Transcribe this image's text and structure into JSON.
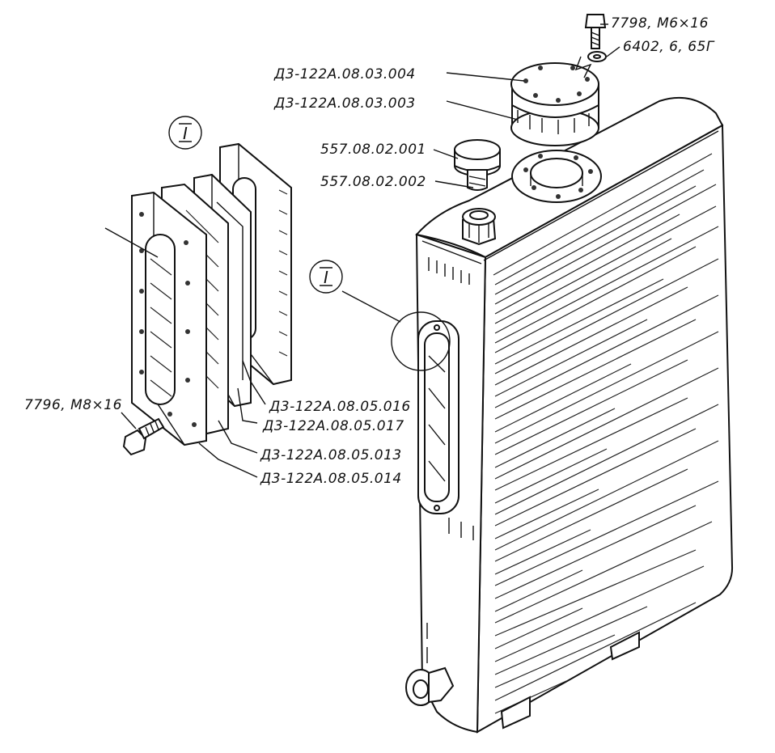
{
  "diagram": {
    "callout_marker": "I",
    "labels": {
      "bolt_top": "7798, М6×16",
      "washer_top": "6402, 6, 65Г",
      "flange_cover": "Д3-122А.08.03.004",
      "flange_gasket": "Д3-122А.08.03.003",
      "filler_cap": "557.08.02.001",
      "filler_neck": "557.08.02.002",
      "bolt_left": "7796, М8×16",
      "window_frame_back": "Д3-122А.08.05.016",
      "window_glass": "Д3-122А.08.05.017",
      "window_gasket": "Д3-122А.08.05.013",
      "window_frame_front": "Д3-122А.08.05.014"
    }
  }
}
